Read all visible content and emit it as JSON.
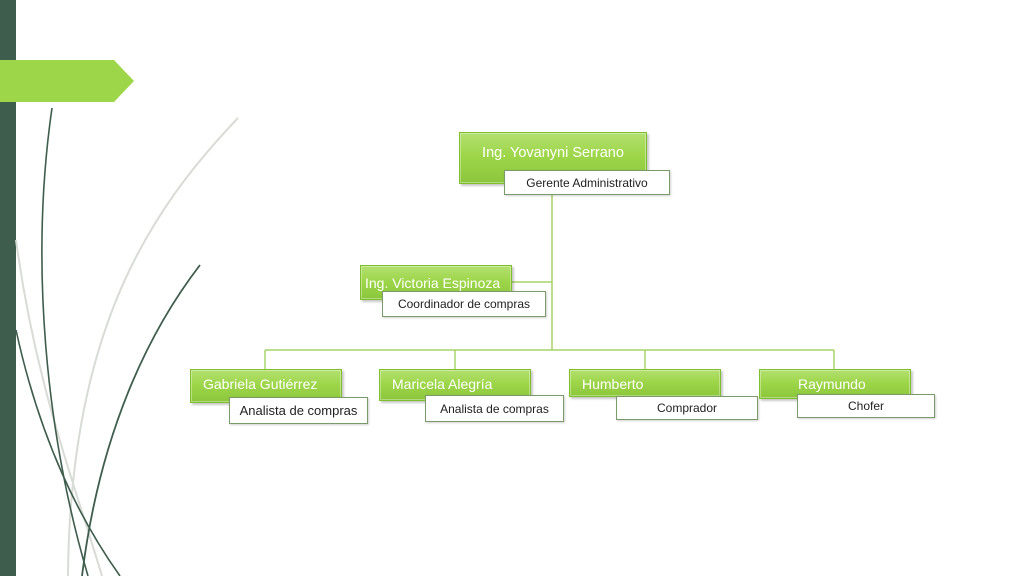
{
  "theme": {
    "side_bar": "#3f5d4d",
    "accent": "#9ed64a",
    "box_fill": "#9ed64a",
    "connector": "#a8d46a",
    "decor_dark": "#3f5d4d",
    "decor_light": "#d8dbd6"
  },
  "org_chart": {
    "head": {
      "name": "Ing. Yovanyni Serrano",
      "role": "Gerente  Administrativo"
    },
    "assistant": {
      "name": "Ing. Victoria Espinoza",
      "role": "Coordinador de  compras"
    },
    "staff": [
      {
        "name": "Gabriela Gutiérrez",
        "role": "Analista de  compras"
      },
      {
        "name": "Maricela Alegría",
        "role": "Analista de compras"
      },
      {
        "name": "Humberto",
        "role": "Comprador"
      },
      {
        "name": "Raymundo",
        "role": "Chofer"
      }
    ]
  }
}
